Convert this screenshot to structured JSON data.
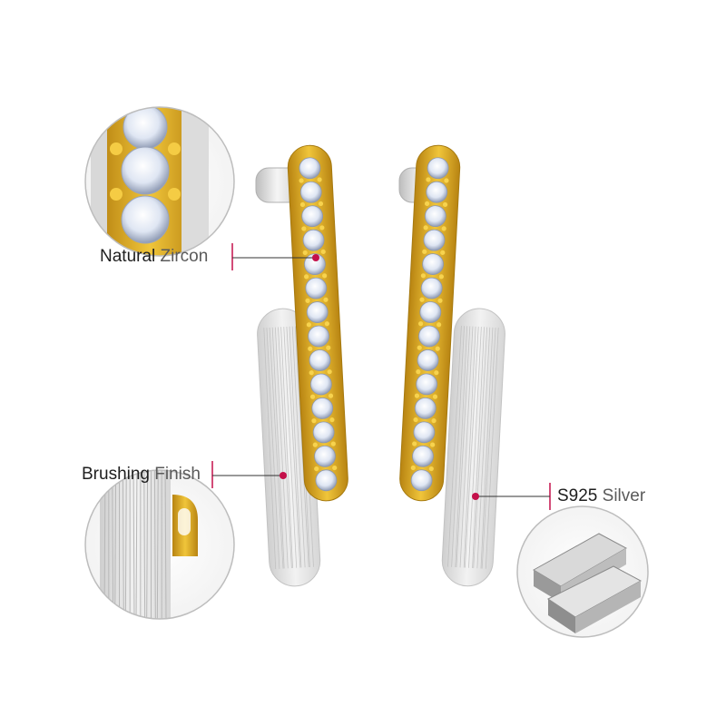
{
  "labels": {
    "zircon": {
      "bold": "Natural",
      "light": "Zircon"
    },
    "brushing": {
      "bold": "Brushing",
      "light": "Finish"
    },
    "silver": {
      "bold": "S925",
      "light": "Silver"
    }
  },
  "colors": {
    "accent": "#c4104a",
    "gold": "#d4a21a",
    "silver": "#e3e3e3",
    "stone": "#f4f6fb"
  },
  "stones_per_earring": 14
}
